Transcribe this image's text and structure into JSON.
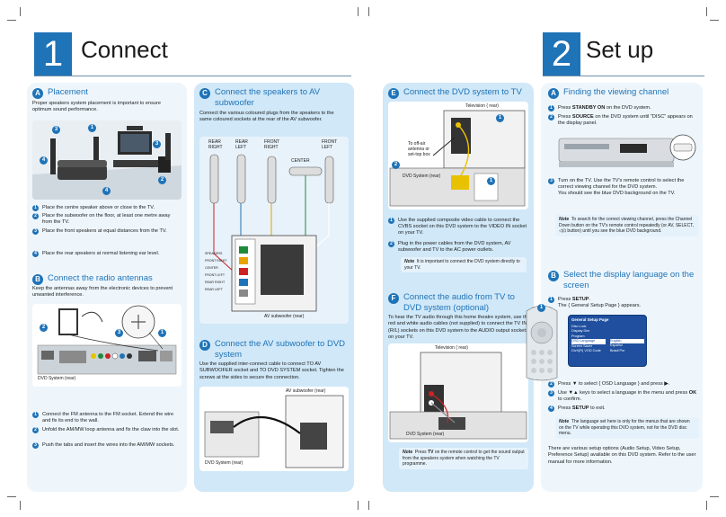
{
  "left_page": {
    "number": "1",
    "title": "Connect",
    "a": {
      "badge": "A",
      "title": "Placement",
      "intro": "Proper speakers system placement is important to ensure optimum sound performance.",
      "steps": [
        "Place the centre speaker above or close to the TV.",
        "Place the subwoofer on the floor, at least one metre away from the TV.",
        "Place the front speakers at equal distances from the TV.",
        "Place the rear speakers at normal listening ear level."
      ]
    },
    "b": {
      "badge": "B",
      "title": "Connect the radio antennas",
      "intro": "Keep the antennas away from the electronic devices to prevent unwanted interference.",
      "device_label": "DVD System (rear)",
      "steps": [
        "Connect the FM antenna to the FM socket. Extend the wire and fix its end to the wall.",
        "Unfold the AM/MW loop antenna and fix the claw into the slot.",
        "Push the tabs and insert the wires into the AM/MW sockets."
      ]
    },
    "c": {
      "badge": "C",
      "title": "Connect the speakers to AV subwoofer",
      "intro": "Connect the various coloured plugs from the speakers to the same coloured sockets at the rear of the AV subwoofer.",
      "speaker_labels": [
        "REAR RIGHT",
        "REAR LEFT",
        "FRONT RIGHT",
        "FRONT LEFT",
        "CENTER"
      ],
      "panel_labels": [
        "SPEAKERS",
        "FRONT RIGHT",
        "CENTER",
        "FRONT LEFT",
        "REAR RIGHT",
        "REAR LEFT"
      ],
      "device_label": "AV subwoofer (rear)"
    },
    "d": {
      "badge": "D",
      "title": "Connect the AV subwoofer to DVD system",
      "intro": "Use the supplied inter-connect cable to connect TO AV SUBWOOFER socket and TO DVD SYSTEM socket. Tighten the screws at the sides to secure the connection.",
      "sub_label": "AV subwoofer (rear)",
      "dvd_label": "DVD System (rear)"
    }
  },
  "right_page": {
    "number": "2",
    "title": "Set up",
    "e": {
      "badge": "E",
      "title": "Connect the DVD system to TV",
      "tv_label": "Television ( rear)",
      "antenna_label": "To off-air antenna or set-top box",
      "dvd_label": "DVD System (rear)",
      "steps": [
        "Use the supplied composite video cable to connect the CVBS socket on this DVD system to the VIDEO IN socket on your TV.",
        "Plug in the power cables from the DVD system, AV subwoofer and TV to the AC power outlets."
      ],
      "note_label": "Note",
      "note": "It is important to connect the DVD system directly to your TV."
    },
    "f": {
      "badge": "F",
      "title": "Connect the audio from TV to DVD system (optional)",
      "intro": "To hear the TV audio through this home theatre system, use the red and white audio cables (not supplied) to connect the TV IN (R/L) sockets on this DVD system to the AUDIO output sockets on your TV.",
      "tv_label": "Television ( rear)",
      "dvd_label": "DVD System (rear)",
      "note_label": "Note",
      "note_pre": "Press ",
      "note_bold": "TV",
      "note_post": " on the remote control to get the sound output from the speakers system when watching the TV programme."
    },
    "ga": {
      "badge": "A",
      "title": "Finding the viewing channel",
      "s1_pre": "Press ",
      "s1_bold": "STANDBY ON",
      "s1_post": " on the DVD system.",
      "s2_pre": "Press ",
      "s2_bold": "SOURCE",
      "s2_post": " on the DVD system until \"DISC\" appears on the display panel.",
      "s3": "Turn on the TV.  Use the TV's remote control to select the correct viewing channel for the DVD system.",
      "s3_b": "You should see the blue DVD background on the TV.",
      "note_label": "Note",
      "note": "To search for the correct viewing channel, press the Channel Down button on the TV's remote control repeatedly (or AV, SELECT, ◁⊡ button) until you see the blue DVD background."
    },
    "gb": {
      "badge": "B",
      "title": "Select the display language on the screen",
      "s1_pre": "Press ",
      "s1_bold": "SETUP",
      "s1_post": ".",
      "s1_b": "The { General Setup Page } appears.",
      "menu_title": "General Setup Page",
      "menu_items": [
        "Disc Lock",
        "Display Dim",
        "Program",
        "OSD Language",
        "Screen Saver",
        "DivX(R) VOD Code"
      ],
      "menu_options": [
        "English",
        "Español",
        "Brasil Por"
      ],
      "s2_pre": "Press ▼ to select { OSD Language } and press ",
      "s2_bold": "▶",
      "s2_post": ".",
      "s3_pre": "Use ",
      "s3_bold": "▼▲",
      "s3_mid": " keys to select a language in the menu and press ",
      "s3_bold2": "OK",
      "s3_post": " to confirm.",
      "s4_pre": "Press ",
      "s4_bold": "SETUP",
      "s4_post": " to exit.",
      "note_label": "Note",
      "note": "The language set here is only for the menus that are shown on the TV while operating this DVD system, not for the DVD disc menu.",
      "footer": "There are various setup options (Audio Setup, Video Setup, Preference Setup) available on this DVD system. Refer to the user manual for more information."
    }
  },
  "colors": {
    "accent": "#1f73b7",
    "panel": "#d0e8f8",
    "panel_light": "#eef6fc"
  }
}
